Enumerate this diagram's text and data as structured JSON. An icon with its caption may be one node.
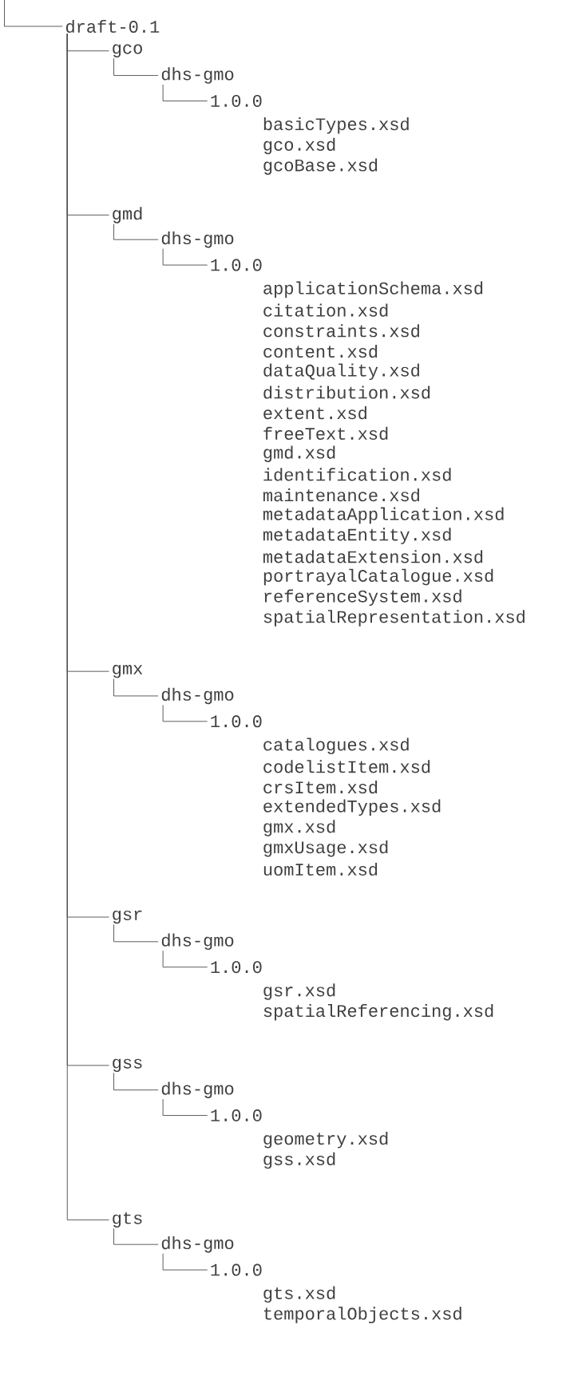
{
  "diagram": {
    "nodes": [
      {
        "text": [
          "draft-0.1"
        ]
      },
      {
        "text": [
          "gco"
        ]
      },
      {
        "text": [
          "dhs-gmo"
        ]
      },
      {
        "text": [
          "1.0.0"
        ]
      },
      {
        "text": [
          "gmd"
        ]
      },
      {
        "text": [
          "dhs-gmo"
        ]
      },
      {
        "text": [
          "1.0.0"
        ]
      },
      {
        "text": [
          "gmx"
        ]
      },
      {
        "text": [
          "dhs-gmo"
        ]
      },
      {
        "text": [
          "1.0.0"
        ]
      },
      {
        "text": [
          "gsr"
        ]
      },
      {
        "text": [
          "dhs-gmo"
        ]
      },
      {
        "text": [
          "1.0.0"
        ]
      },
      {
        "text": [
          "gss"
        ]
      },
      {
        "text": [
          "dhs-gmo"
        ]
      },
      {
        "text": [
          "1.0.0"
        ]
      },
      {
        "text": [
          "gts"
        ]
      },
      {
        "text": [
          "dhs-gmo"
        ]
      },
      {
        "text": [
          "1.0.0"
        ]
      }
    ],
    "edges": [
      {
        "from": null,
        "to": 0,
        "arrow": "none"
      },
      {
        "from": 0,
        "to": 1,
        "arrow": "none"
      },
      {
        "from": 1,
        "to": 2,
        "arrow": "none"
      },
      {
        "from": 2,
        "to": 3,
        "arrow": "none"
      },
      {
        "from": 0,
        "to": 4,
        "arrow": "none"
      },
      {
        "from": 4,
        "to": 5,
        "arrow": "none"
      },
      {
        "from": 5,
        "to": 6,
        "arrow": "none"
      },
      {
        "from": 0,
        "to": 7,
        "arrow": "none"
      },
      {
        "from": 7,
        "to": 8,
        "arrow": "none"
      },
      {
        "from": 8,
        "to": 9,
        "arrow": "none"
      },
      {
        "from": 0,
        "to": 10,
        "arrow": "none"
      },
      {
        "from": 10,
        "to": 11,
        "arrow": "none"
      },
      {
        "from": 11,
        "to": 12,
        "arrow": "none"
      },
      {
        "from": 0,
        "to": 13,
        "arrow": "none"
      },
      {
        "from": 13,
        "to": 14,
        "arrow": "none"
      },
      {
        "from": 14,
        "to": 15,
        "arrow": "none"
      },
      {
        "from": 0,
        "to": 16,
        "arrow": "none"
      },
      {
        "from": 16,
        "to": 17,
        "arrow": "none"
      },
      {
        "from": 17,
        "to": 18,
        "arrow": "none"
      }
    ],
    "labels": [
      "basicTypes.xsd",
      "gco.xsd",
      "gcoBase.xsd",
      "applicationSchema.xsd",
      "citation.xsd",
      "constraints.xsd",
      "content.xsd",
      "dataQuality.xsd",
      "distribution.xsd",
      "extent.xsd",
      "freeText.xsd",
      "gmd.xsd",
      "identification.xsd",
      "maintenance.xsd",
      "metadataApplication.xsd",
      "metadataEntity.xsd",
      "metadataExtension.xsd",
      "portrayalCatalogue.xsd",
      "referenceSystem.xsd",
      "spatialRepresentation.xsd",
      "catalogues.xsd",
      "codelistItem.xsd",
      "crsItem.xsd",
      "extendedTypes.xsd",
      "gmx.xsd",
      "gmxUsage.xsd",
      "uomItem.xsd",
      "gsr.xsd",
      "spatialReferencing.xsd",
      "geometry.xsd",
      "gss.xsd",
      "gts.xsd",
      "temporalObjects.xsd"
    ]
  }
}
